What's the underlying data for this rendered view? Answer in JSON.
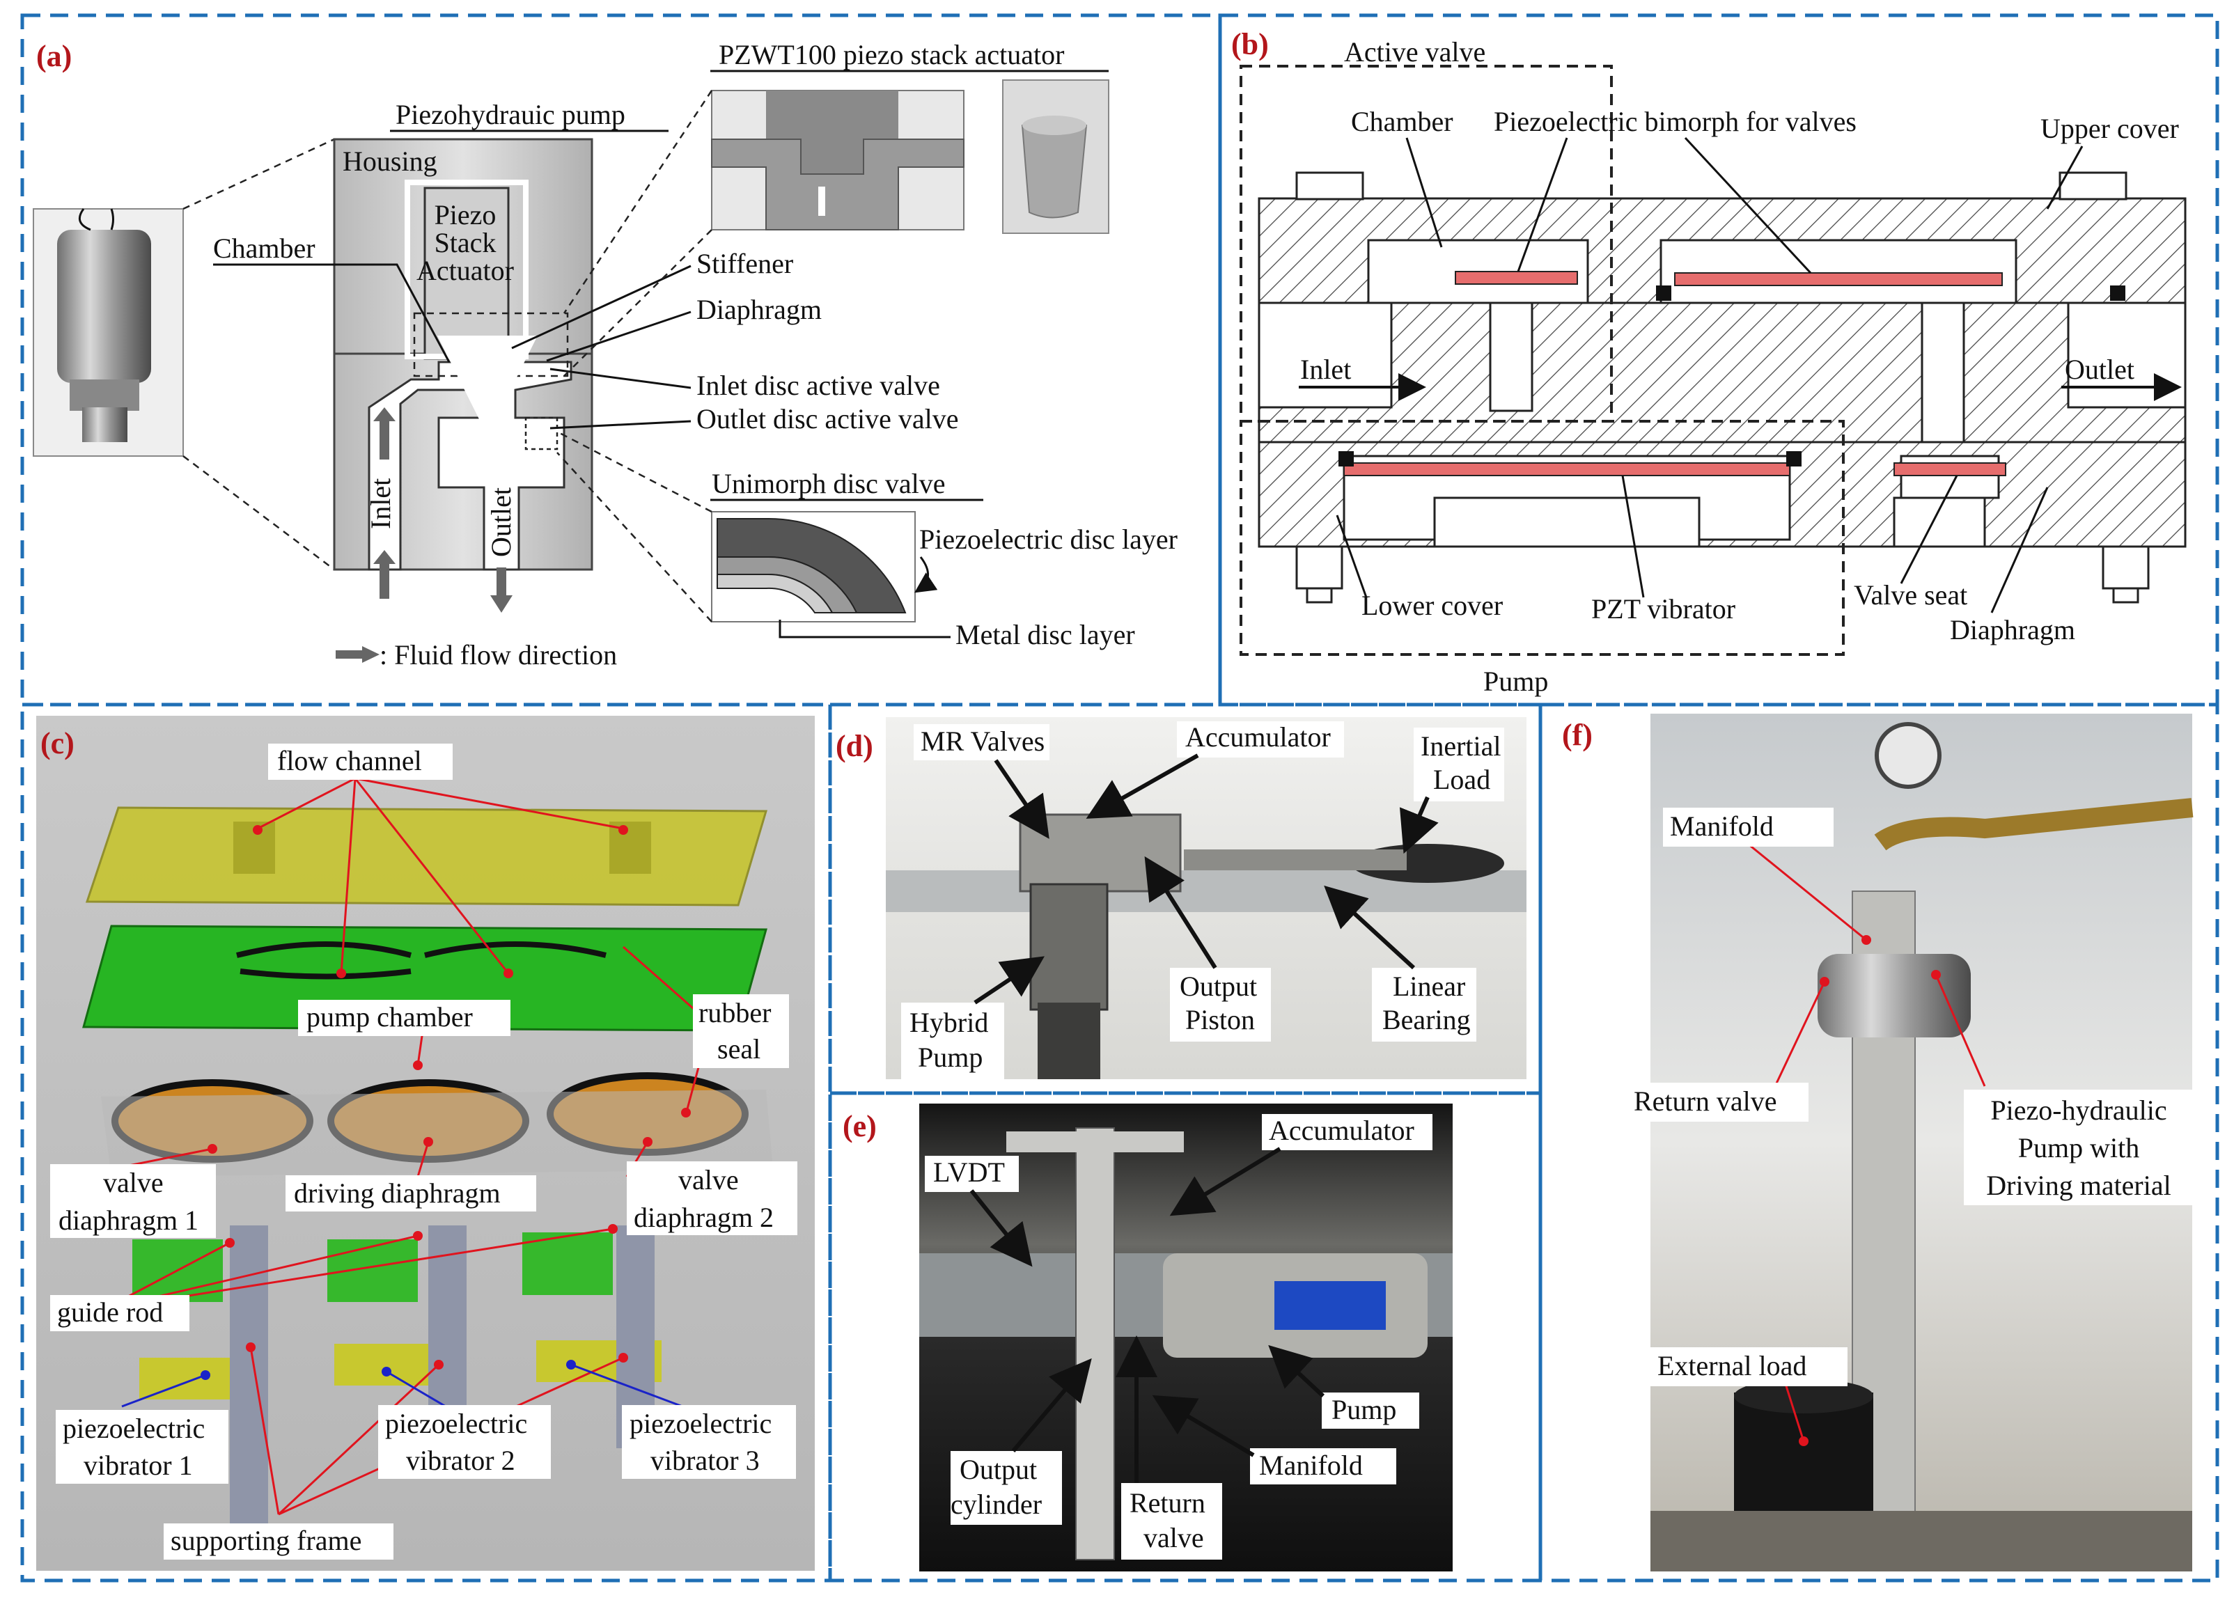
{
  "panels": {
    "a": "(a)",
    "b": "(b)",
    "c": "(c)",
    "d": "(d)",
    "e": "(e)",
    "f": "(f)"
  },
  "panel_a": {
    "pump_title": "Piezohydrauic pump",
    "actuator_title": "PZWT100 piezo stack actuator",
    "housing": "Housing",
    "chamber": "Chamber",
    "piezo_line1": "Piezo",
    "piezo_line2": "Stack",
    "piezo_line3": "Actuator",
    "stiffener": "Stiffener",
    "diaphragm": "Diaphragm",
    "inlet_valve": "Inlet disc active valve",
    "outlet_valve": "Outlet disc active valve",
    "unimorph": "Unimorph disc valve",
    "piezo_layer": "Piezoelectric disc layer",
    "metal_layer": "Metal disc layer",
    "inlet": "Inlet",
    "outlet": "Outlet",
    "flow_legend": ": Fluid flow direction"
  },
  "panel_b": {
    "active_valve": "Active valve",
    "chamber": "Chamber",
    "bimorph": "Piezoelectric bimorph for valves",
    "upper_cover": "Upper cover",
    "inlet": "Inlet",
    "outlet": "Outlet",
    "lower_cover": "Lower cover",
    "pzt": "PZT vibrator",
    "valve_seat": "Valve seat",
    "diaphragm": "Diaphragm",
    "pump": "Pump"
  },
  "panel_c": {
    "flow_channel": "flow channel",
    "pump_chamber": "pump chamber",
    "rubber_seal_1": "rubber",
    "rubber_seal_2": "seal",
    "valve_d1_1": "valve",
    "valve_d1_2": "diaphragm 1",
    "driving": "driving diaphragm",
    "valve_d2_1": "valve",
    "valve_d2_2": "diaphragm 2",
    "guide_rod": "guide rod",
    "pv1_1": "piezoelectric",
    "pv1_2": "vibrator 1",
    "pv2_1": "piezoelectric",
    "pv2_2": "vibrator 2",
    "pv3_1": "piezoelectric",
    "pv3_2": "vibrator 3",
    "frame": "supporting frame"
  },
  "panel_d": {
    "mr": "MR Valves",
    "acc": "Accumulator",
    "inertial_1": "Inertial",
    "inertial_2": "Load",
    "output_1": "Output",
    "output_2": "Piston",
    "linear_1": "Linear",
    "linear_2": "Bearing",
    "hybrid_1": "Hybrid",
    "hybrid_2": "Pump"
  },
  "panel_e": {
    "lvdt": "LVDT",
    "acc": "Accumulator",
    "pump": "Pump",
    "manifold": "Manifold",
    "cyl_1": "Output",
    "cyl_2": "cylinder",
    "ret_1": "Return",
    "ret_2": "valve"
  },
  "panel_f": {
    "manifold": "Manifold",
    "return_valve": "Return valve",
    "ph_1": "Piezo-hydraulic",
    "ph_2": "Pump with",
    "ph_3": "Driving material",
    "external": "External load"
  },
  "colors": {
    "panel_border": "#1f6fb5",
    "panel_label": "#b3161b",
    "leader_red": "#e0141e",
    "leader_blue": "#1a23c8"
  }
}
